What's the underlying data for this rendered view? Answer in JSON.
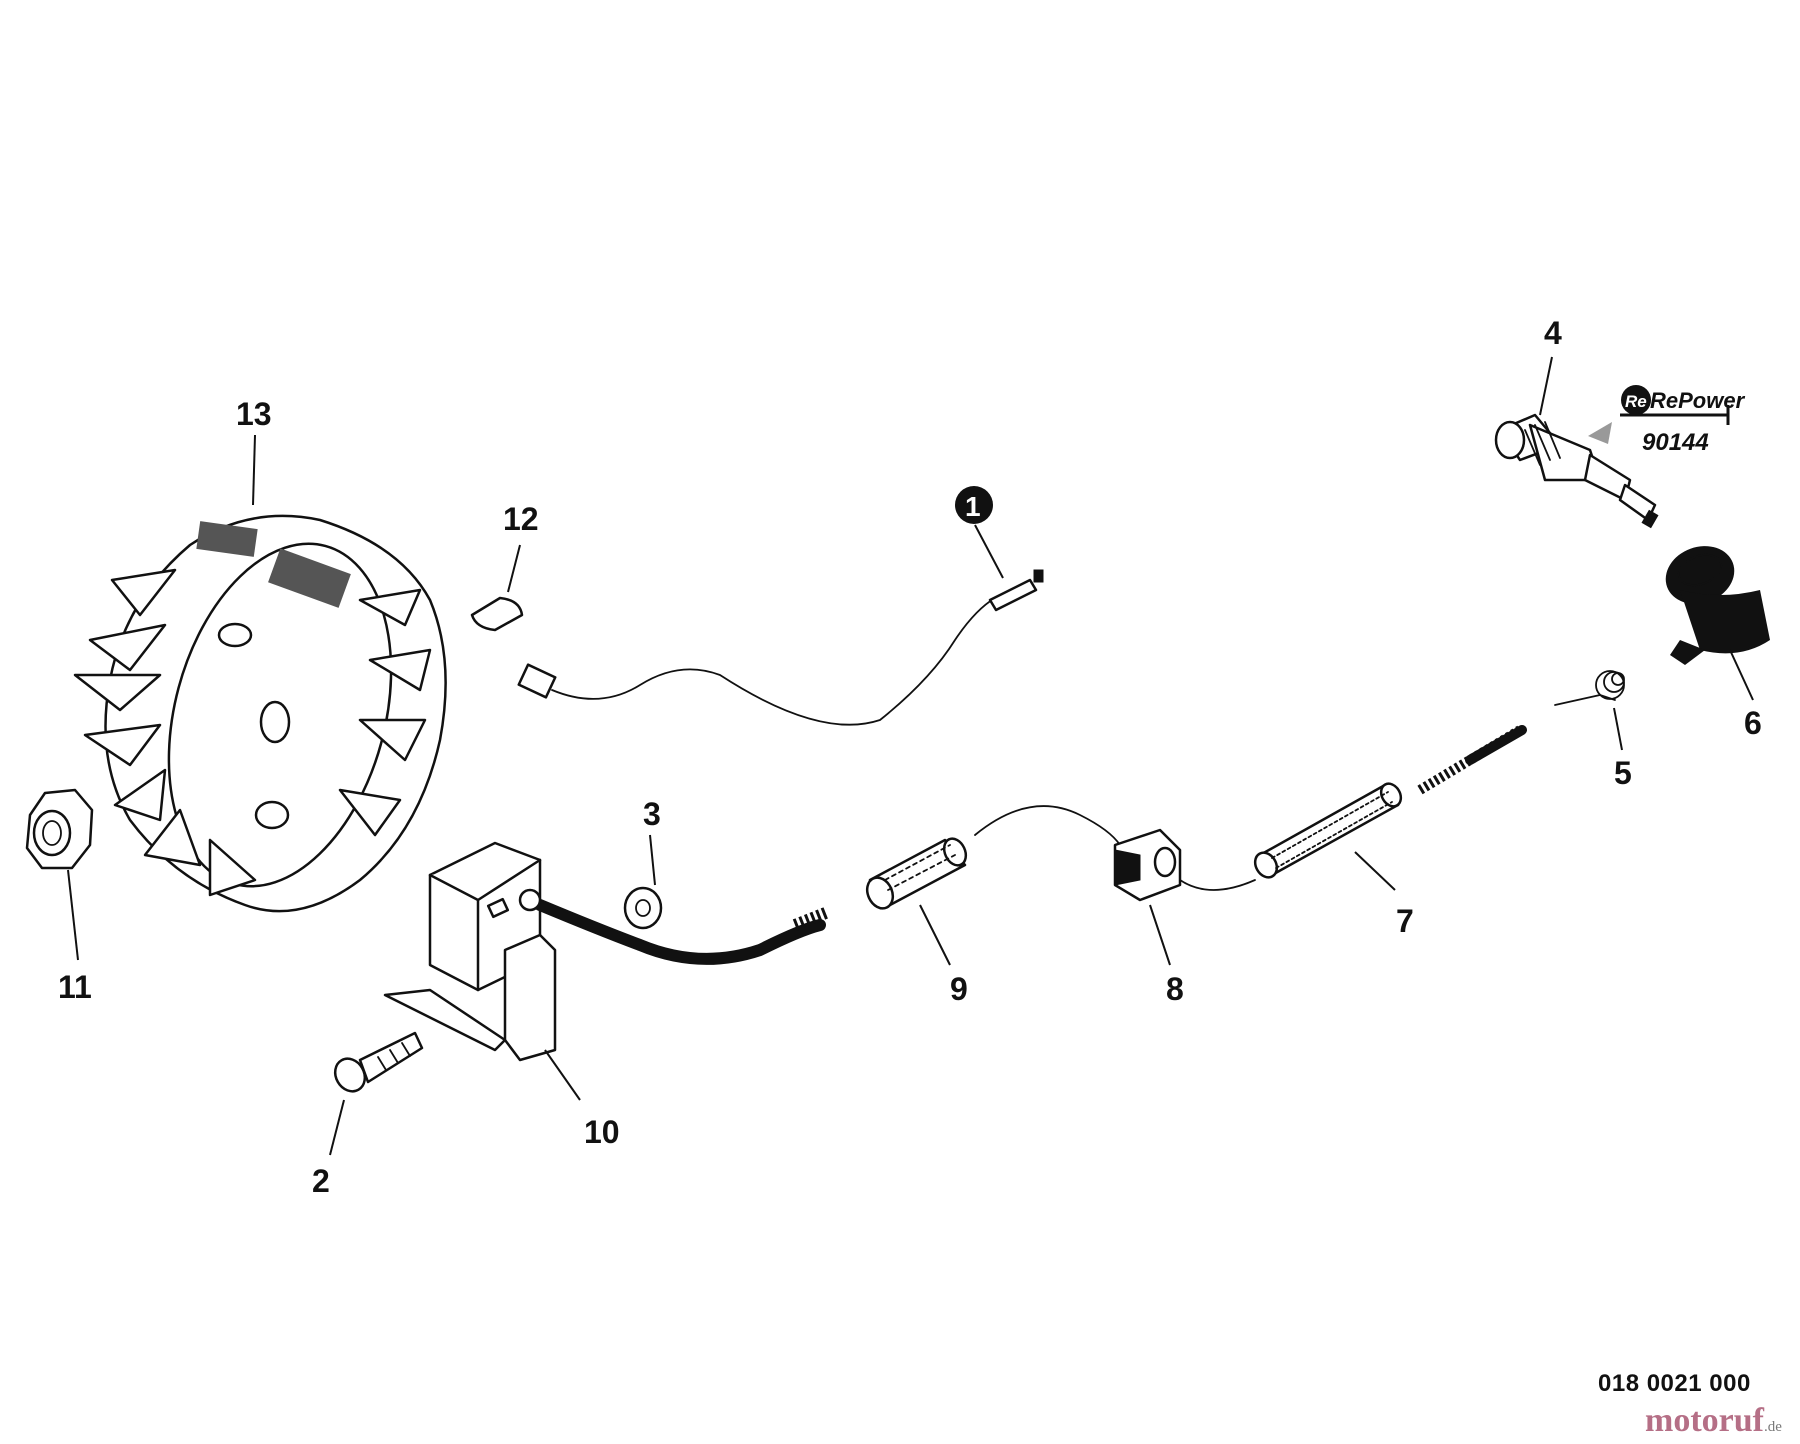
{
  "parts": [
    {
      "id": "callout-1",
      "label": "1"
    },
    {
      "id": "callout-2",
      "label": "2"
    },
    {
      "id": "callout-3",
      "label": "3"
    },
    {
      "id": "callout-4",
      "label": "4"
    },
    {
      "id": "callout-5",
      "label": "5"
    },
    {
      "id": "callout-6",
      "label": "6"
    },
    {
      "id": "callout-7",
      "label": "7"
    },
    {
      "id": "callout-8",
      "label": "8"
    },
    {
      "id": "callout-9",
      "label": "9"
    },
    {
      "id": "callout-10",
      "label": "10"
    },
    {
      "id": "callout-11",
      "label": "11"
    },
    {
      "id": "callout-12",
      "label": "12"
    },
    {
      "id": "callout-13",
      "label": "13"
    }
  ],
  "repower": {
    "brand": "RePower",
    "part_number": "90144"
  },
  "diagram_code": "018 0021 000",
  "watermark": {
    "name": "motoruf",
    "tld": ".de"
  },
  "colors": {
    "ink": "#111111",
    "watermark": "#b56f86",
    "paper": "#ffffff"
  }
}
